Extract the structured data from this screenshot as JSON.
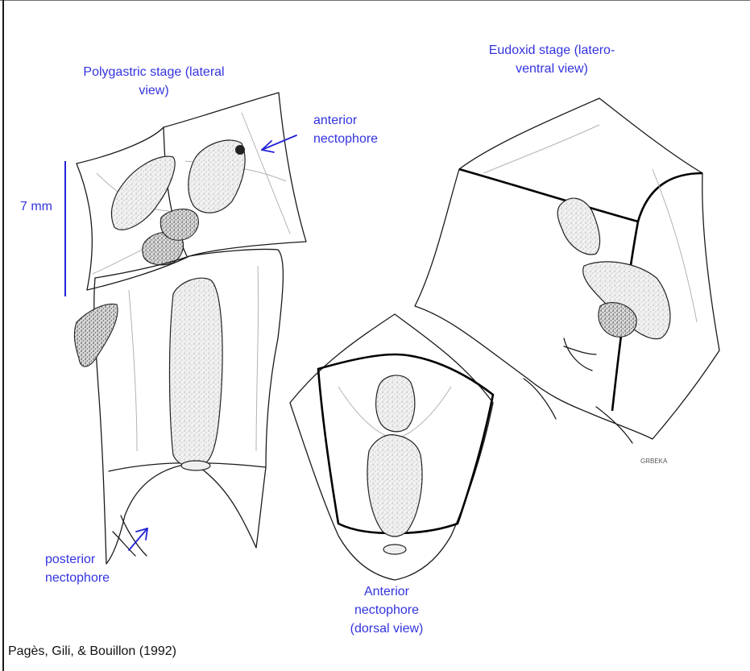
{
  "labels": {
    "polygastric_title": "Polygastric stage (lateral view)",
    "eudoxid_title": "Eudoxid stage (latero-ventral view)",
    "anterior_nectophore": "anterior nectophore",
    "posterior_nectophore": "posterior nectophore",
    "anterior_dorsal": "Anterior nectophore (dorsal view)",
    "scale_bar": "7 mm",
    "artist_signature": "GRBEKA"
  },
  "citation": "Pagès, Gili, & Bouillon (1992)",
  "colors": {
    "label": "#3333e0",
    "arrow": "#2222d8",
    "ink": "#1b1b1b"
  }
}
